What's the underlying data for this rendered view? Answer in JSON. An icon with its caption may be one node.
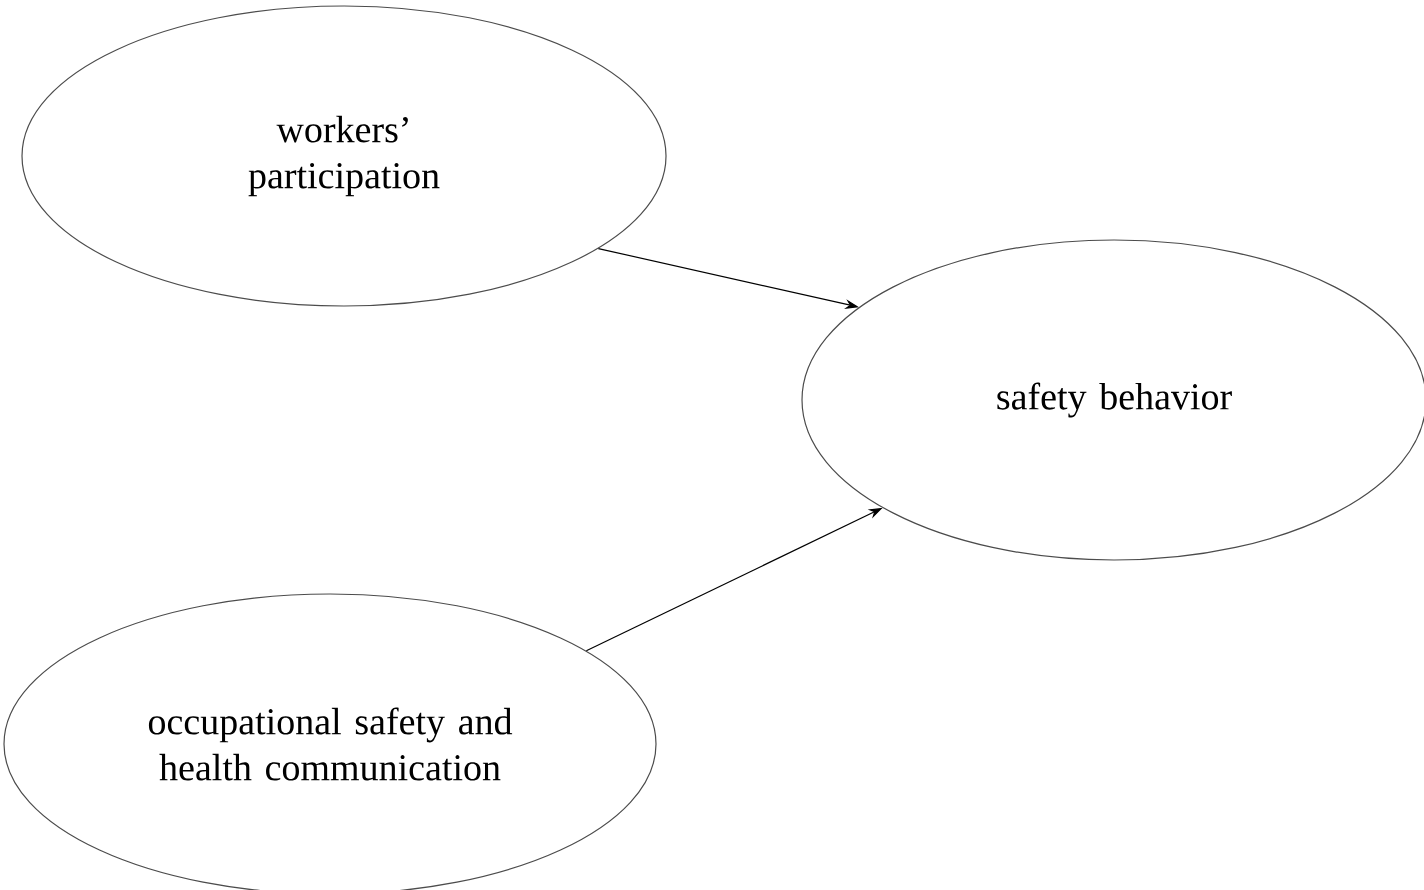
{
  "diagram": {
    "nodes": [
      {
        "text": [
          "workers’ participation"
        ]
      },
      {
        "text": [
          "safety behavior"
        ]
      },
      {
        "text": [
          "occupational safety and health communication"
        ]
      }
    ],
    "edges": [
      {
        "from": 0,
        "to": 1,
        "arrow": "to"
      },
      {
        "from": 2,
        "to": 1,
        "arrow": "to"
      }
    ]
  }
}
